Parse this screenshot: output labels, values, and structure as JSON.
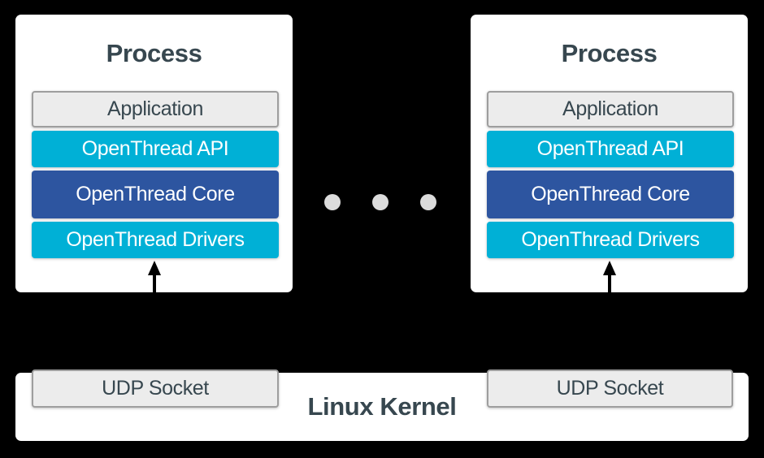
{
  "canvas": {
    "bg": "#000000"
  },
  "process": {
    "title": "Process",
    "layers": [
      {
        "label": "Application",
        "bg": "#ececec",
        "fg": "#37474f",
        "border": "#9e9e9e"
      },
      {
        "label": "OpenThread API",
        "bg": "#00b0d6",
        "fg": "#ffffff"
      },
      {
        "label": "OpenThread Core",
        "bg": "#2d55a0",
        "fg": "#ffffff"
      },
      {
        "label": "OpenThread Drivers",
        "bg": "#00b0d6",
        "fg": "#ffffff"
      }
    ]
  },
  "arrow": {
    "color": "#000000"
  },
  "ellipsis": {
    "dot_color": "#dcdcdc"
  },
  "kernel": {
    "title": "Linux Kernel",
    "title_color": "#37474f",
    "sockets": [
      {
        "label": "UDP Socket",
        "bg": "#ececec",
        "fg": "#37474f",
        "border": "#9e9e9e"
      },
      {
        "label": "UDP Socket",
        "bg": "#ececec",
        "fg": "#37474f",
        "border": "#9e9e9e"
      }
    ]
  }
}
